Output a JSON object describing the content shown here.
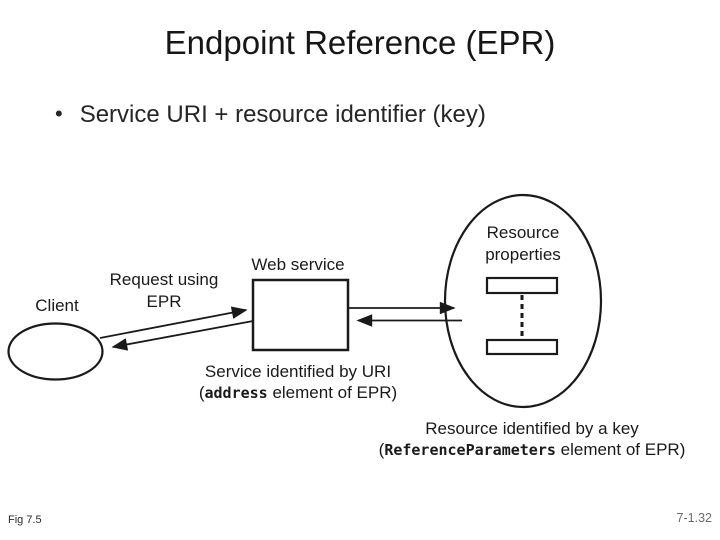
{
  "colors": {
    "background": "#ffffff",
    "text": "#1c1c1c",
    "diagram_stroke": "#1a1a1a",
    "page_number": "#6b6b6b"
  },
  "header": {
    "title": "Endpoint Reference (EPR)"
  },
  "bullet": {
    "glyph": "•",
    "text": "Service URI + resource identifier (key)"
  },
  "diagram": {
    "client_label": "Client",
    "request_label_line1": "Request using",
    "request_label_line2": "EPR",
    "web_service_label": "Web service",
    "resource_label_line1": "Resource",
    "resource_label_line2": "properties",
    "service_caption_line1": "Service identified by URI",
    "service_caption_open": "(",
    "service_caption_code": "address",
    "service_caption_rest": " element of EPR)",
    "resource_caption_line1": "Resource identified by a key",
    "resource_caption_open": "(",
    "resource_caption_code": "ReferenceParameters",
    "resource_caption_rest": " element of EPR)"
  },
  "footer": {
    "fig_label": "Fig 7.5",
    "page_number": "7-1.32"
  }
}
